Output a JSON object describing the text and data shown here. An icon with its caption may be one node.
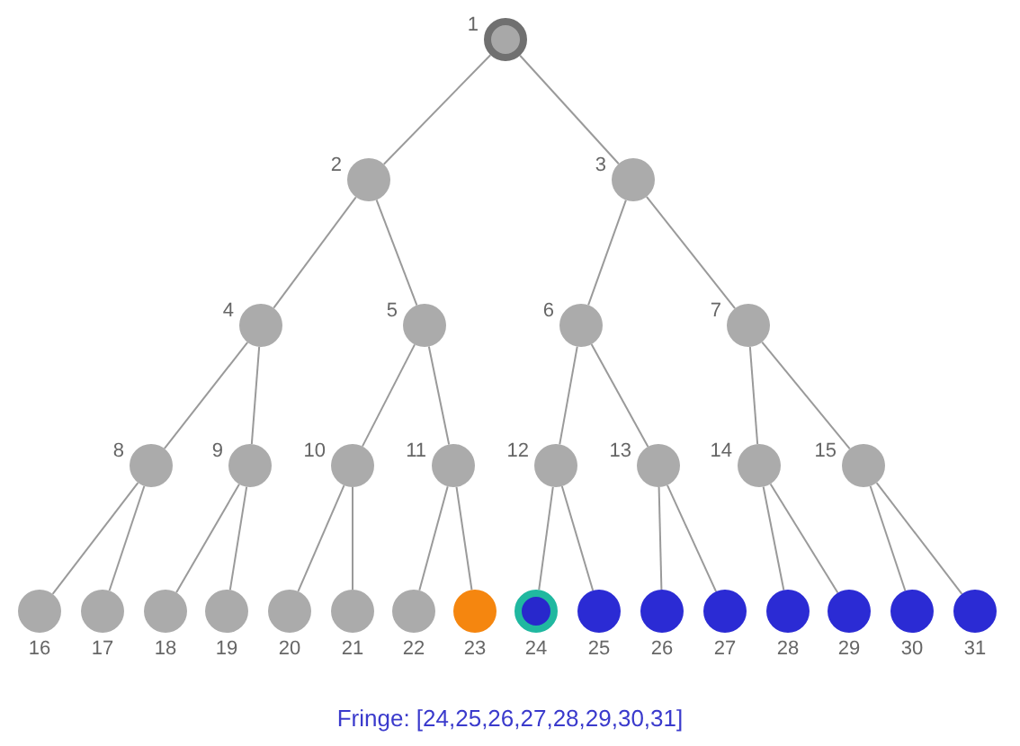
{
  "diagram": {
    "nodes": [
      {
        "text": [],
        "shape": "circle",
        "beside": [
          "1"
        ]
      },
      {
        "text": [],
        "shape": "circle",
        "beside": [
          "2"
        ]
      },
      {
        "text": [],
        "shape": "circle",
        "beside": [
          "3"
        ]
      },
      {
        "text": [],
        "shape": "circle",
        "beside": [
          "4"
        ]
      },
      {
        "text": [],
        "shape": "circle",
        "beside": [
          "5"
        ]
      },
      {
        "text": [],
        "shape": "circle",
        "beside": [
          "6"
        ]
      },
      {
        "text": [],
        "shape": "circle",
        "beside": [
          "7"
        ]
      },
      {
        "text": [],
        "shape": "circle",
        "beside": [
          "8"
        ]
      },
      {
        "text": [],
        "shape": "circle",
        "beside": [
          "9"
        ]
      },
      {
        "text": [],
        "shape": "circle",
        "beside": [
          "10"
        ]
      },
      {
        "text": [],
        "shape": "circle",
        "beside": [
          "11"
        ]
      },
      {
        "text": [],
        "shape": "circle",
        "beside": [
          "12"
        ]
      },
      {
        "text": [],
        "shape": "circle",
        "beside": [
          "13"
        ]
      },
      {
        "text": [],
        "shape": "circle",
        "beside": [
          "14"
        ]
      },
      {
        "text": [],
        "shape": "circle",
        "beside": [
          "15"
        ]
      },
      {
        "text": [],
        "shape": "circle",
        "beside": [
          "16"
        ]
      },
      {
        "text": [],
        "shape": "circle",
        "beside": [
          "17"
        ]
      },
      {
        "text": [],
        "shape": "circle",
        "beside": [
          "18"
        ]
      },
      {
        "text": [],
        "shape": "circle",
        "beside": [
          "19"
        ]
      },
      {
        "text": [],
        "shape": "circle",
        "beside": [
          "20"
        ]
      },
      {
        "text": [],
        "shape": "circle",
        "beside": [
          "21"
        ]
      },
      {
        "text": [],
        "shape": "circle",
        "beside": [
          "22"
        ]
      },
      {
        "text": [],
        "shape": "circle",
        "beside": [
          "23"
        ]
      },
      {
        "text": [],
        "shape": "circle",
        "beside": [
          "24"
        ]
      },
      {
        "text": [],
        "shape": "circle",
        "beside": [
          "25"
        ]
      },
      {
        "text": [],
        "shape": "circle",
        "beside": [
          "26"
        ]
      },
      {
        "text": [],
        "shape": "circle",
        "beside": [
          "27"
        ]
      },
      {
        "text": [],
        "shape": "circle",
        "beside": [
          "28"
        ]
      },
      {
        "text": [],
        "shape": "circle",
        "beside": [
          "29"
        ]
      },
      {
        "text": [],
        "shape": "circle",
        "beside": [
          "30"
        ]
      },
      {
        "text": [],
        "shape": "circle",
        "beside": [
          "31"
        ]
      }
    ],
    "edges": [
      {
        "from": 0,
        "to": 1,
        "arrow": "none"
      },
      {
        "from": 0,
        "to": 2,
        "arrow": "none"
      },
      {
        "from": 1,
        "to": 3,
        "arrow": "none"
      },
      {
        "from": 1,
        "to": 4,
        "arrow": "none"
      },
      {
        "from": 2,
        "to": 5,
        "arrow": "none"
      },
      {
        "from": 2,
        "to": 6,
        "arrow": "none"
      },
      {
        "from": 3,
        "to": 7,
        "arrow": "none"
      },
      {
        "from": 3,
        "to": 8,
        "arrow": "none"
      },
      {
        "from": 4,
        "to": 9,
        "arrow": "none"
      },
      {
        "from": 4,
        "to": 10,
        "arrow": "none"
      },
      {
        "from": 5,
        "to": 11,
        "arrow": "none"
      },
      {
        "from": 5,
        "to": 12,
        "arrow": "none"
      },
      {
        "from": 6,
        "to": 13,
        "arrow": "none"
      },
      {
        "from": 6,
        "to": 14,
        "arrow": "none"
      },
      {
        "from": 7,
        "to": 15,
        "arrow": "none"
      },
      {
        "from": 7,
        "to": 16,
        "arrow": "none"
      },
      {
        "from": 8,
        "to": 17,
        "arrow": "none"
      },
      {
        "from": 8,
        "to": 18,
        "arrow": "none"
      },
      {
        "from": 9,
        "to": 19,
        "arrow": "none"
      },
      {
        "from": 9,
        "to": 20,
        "arrow": "none"
      },
      {
        "from": 10,
        "to": 21,
        "arrow": "none"
      },
      {
        "from": 10,
        "to": 22,
        "arrow": "none"
      },
      {
        "from": 11,
        "to": 23,
        "arrow": "none"
      },
      {
        "from": 11,
        "to": 24,
        "arrow": "none"
      },
      {
        "from": 12,
        "to": 25,
        "arrow": "none"
      },
      {
        "from": 12,
        "to": 26,
        "arrow": "none"
      },
      {
        "from": 13,
        "to": 27,
        "arrow": "none"
      },
      {
        "from": 13,
        "to": 28,
        "arrow": "none"
      },
      {
        "from": 14,
        "to": 29,
        "arrow": "none"
      },
      {
        "from": 14,
        "to": 30,
        "arrow": "none"
      }
    ],
    "labels": [
      "Fringe: [24,25,26,27,28,29,30,31]"
    ]
  }
}
